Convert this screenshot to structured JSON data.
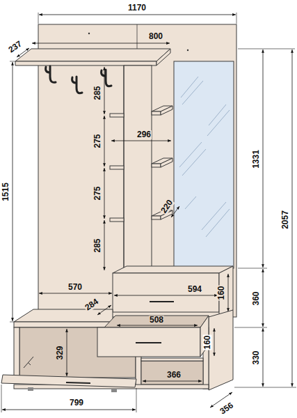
{
  "diagram": {
    "labels": [
      "1170",
      "237",
      "800",
      "285",
      "296",
      "275",
      "275",
      "220",
      "285",
      "1331",
      "1515",
      "2057",
      "570",
      "594",
      "360",
      "284",
      "508",
      "160",
      "160",
      "329",
      "330",
      "366",
      "799",
      "356"
    ]
  }
}
